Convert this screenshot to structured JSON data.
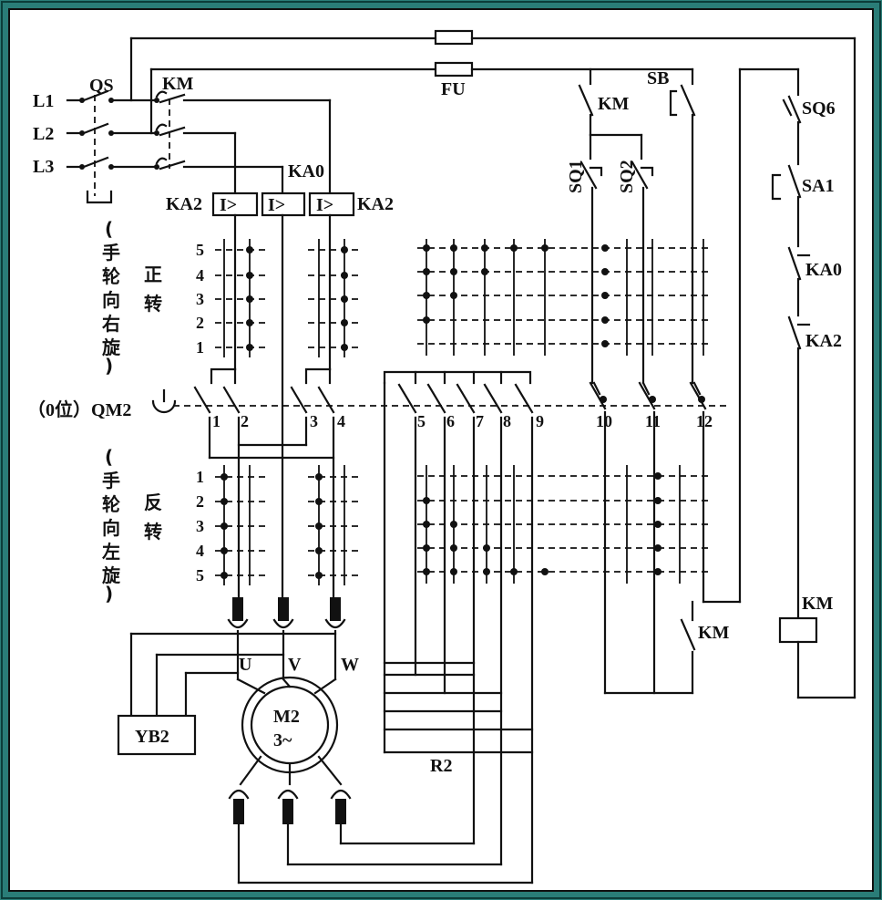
{
  "labels": {
    "supply": [
      "L1",
      "L2",
      "L3"
    ],
    "qs": "QS",
    "km_main": "KM",
    "fu": "FU",
    "sb": "SB",
    "km_contact": "KM",
    "sq1": "SQ1",
    "sq2": "SQ2",
    "sq6": "SQ6",
    "sa1": "SA1",
    "ka0_contact": "KA0",
    "ka2_contact": "KA2",
    "ka2_left": "KA2",
    "ka0_top": "KA0",
    "ka2_right": "KA2",
    "relay_symbol": "I>",
    "forward": [
      "正",
      "转"
    ],
    "forward_note": [
      "(",
      "手",
      "轮",
      "向",
      "右",
      "旋",
      ")"
    ],
    "reverse": [
      "反",
      "转"
    ],
    "reverse_note": [
      "(",
      "手",
      "轮",
      "向",
      "左",
      "旋",
      ")"
    ],
    "zero_pos": "（0位）QM2",
    "contact_numbers": [
      "1",
      "2",
      "3",
      "4",
      "5",
      "6",
      "7",
      "8",
      "9",
      "10",
      "11",
      "12"
    ],
    "positions_forward": [
      "5",
      "4",
      "3",
      "2",
      "1"
    ],
    "positions_reverse": [
      "1",
      "2",
      "3",
      "4",
      "5"
    ],
    "u": "U",
    "v": "V",
    "w": "W",
    "motor_name": "M2",
    "motor_type": "3~",
    "yb2": "YB2",
    "r2": "R2",
    "km_lower": "KM",
    "km_coil": "KM"
  }
}
